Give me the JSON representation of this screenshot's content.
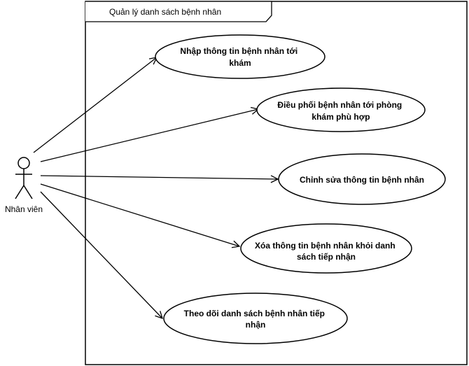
{
  "system": {
    "title": "Quản lý danh sách bệnh nhân"
  },
  "actor": {
    "name": "Nhân viên"
  },
  "use_cases": [
    {
      "lines": [
        "Nhập thông tin bệnh nhân tới",
        "khám"
      ]
    },
    {
      "lines": [
        "Điều phối bệnh nhân tới phòng",
        "khám phù hợp"
      ]
    },
    {
      "lines": [
        "Chỉnh sửa thông tin bệnh nhân"
      ]
    },
    {
      "lines": [
        "Xóa thông tin bệnh nhân khỏi danh",
        "sách tiếp nhận"
      ]
    },
    {
      "lines": [
        "Theo dõi danh sách bệnh nhân tiếp",
        "nhận"
      ]
    }
  ],
  "colors": {
    "stroke": "#000000",
    "fill": "#ffffff"
  }
}
